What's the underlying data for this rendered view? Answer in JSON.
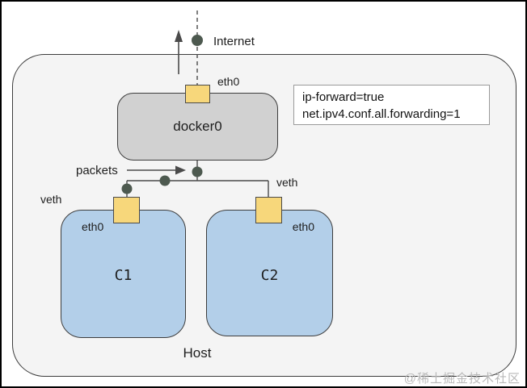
{
  "colors": {
    "frame_border": "#000000",
    "host_fill": "#f4f4f4",
    "bridge_fill": "#d1d1d1",
    "container_fill": "#b3cfe9",
    "port_fill": "#f7d77b",
    "junction_dot_fill": "#4d594f",
    "wire": "#4a4a4a",
    "watermark": "#b9b9b9"
  },
  "diagram": {
    "internet": {
      "label": "Internet"
    },
    "host": {
      "label": "Host"
    },
    "bridge": {
      "label": "docker0",
      "port_label": "eth0"
    },
    "packets": {
      "label": "packets"
    },
    "veth_left": {
      "label": "veth"
    },
    "veth_right": {
      "label": "veth"
    },
    "config_box": {
      "line1": "ip-forward=true",
      "line2": "net.ipv4.conf.all.forwarding=1"
    },
    "containers": [
      {
        "name": "C1",
        "iface_label": "eth0"
      },
      {
        "name": "C2",
        "iface_label": "eth0"
      }
    ],
    "watermark": "@稀土掘金技术社区"
  }
}
